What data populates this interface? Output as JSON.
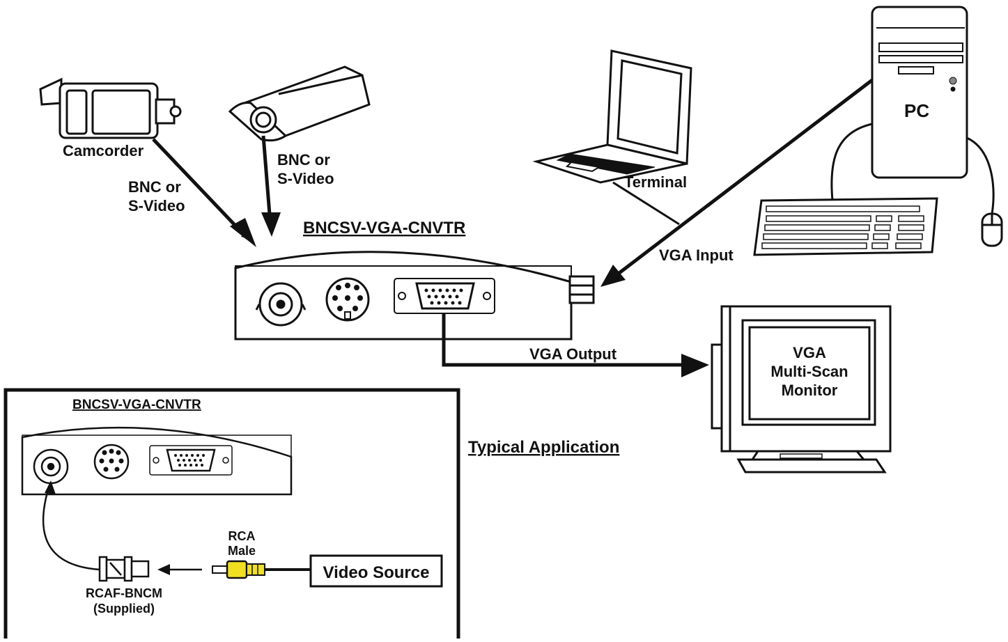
{
  "labels": {
    "camcorder": "Camcorder",
    "bnc_or_1": "BNC or",
    "svideo_1": "S-Video",
    "bnc_or_2": "BNC or",
    "svideo_2": "S-Video",
    "converter_title": "BNCSV-VGA-CNVTR",
    "terminal": "Terminal",
    "pc": "PC",
    "vga_input": "VGA Input",
    "vga_output": "VGA Output",
    "monitor_line1": "VGA",
    "monitor_line2": "Multi-Scan",
    "monitor_line3": "Monitor",
    "typical_application": "Typical Application"
  },
  "inset": {
    "converter_title": "BNCSV-VGA-CNVTR",
    "rca": "RCA",
    "male": "Male",
    "video_source": "Video Source",
    "adapter_name": "RCAF-BNCM",
    "adapter_note": "(Supplied)"
  },
  "colors": {
    "ink": "#111111",
    "rca_plug": "#f0e020"
  }
}
